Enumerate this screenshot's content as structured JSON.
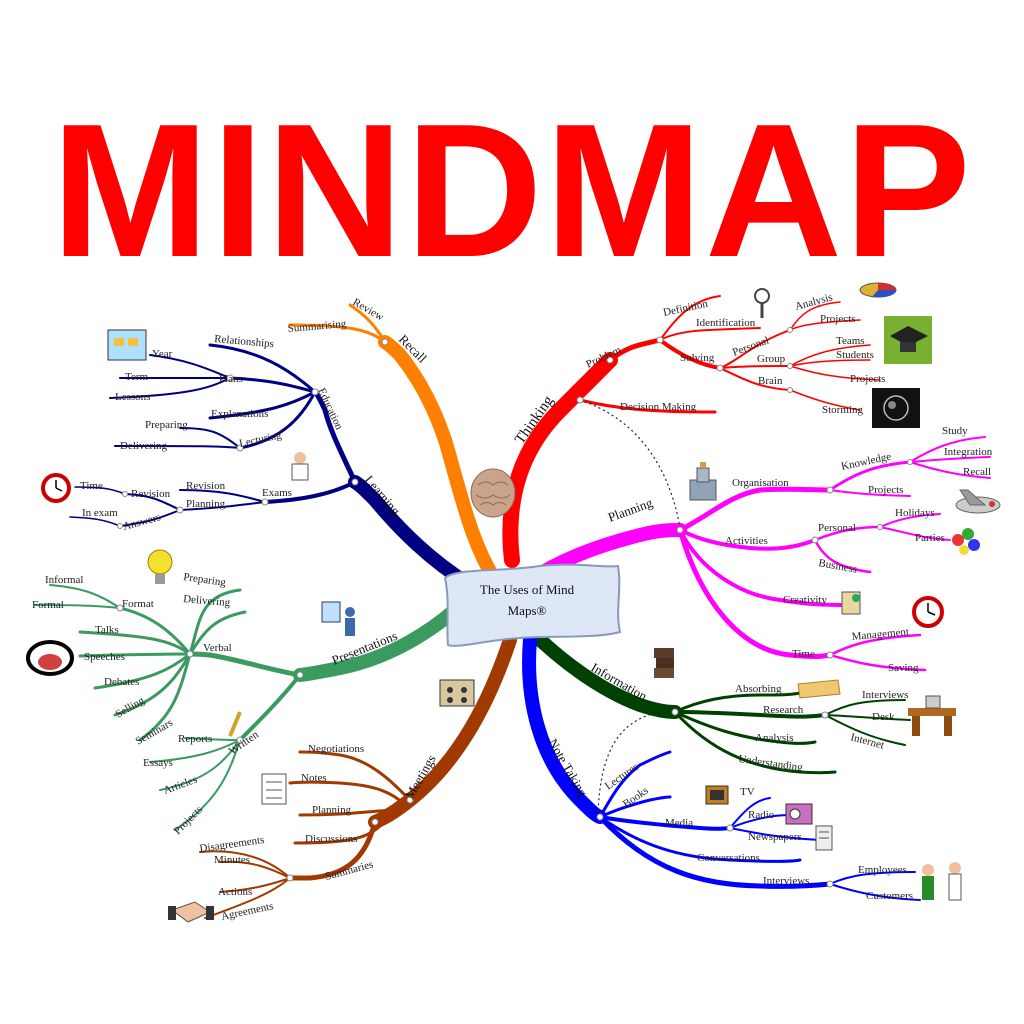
{
  "title": "MINDMAP",
  "center_label_line1": "The Uses of Mind",
  "center_label_line2": "Maps®",
  "colors": {
    "title": "#ff0000",
    "thinking": "#ff0000",
    "planning": "#ff00ff",
    "information": "#004000",
    "note_taking": "#0000ff",
    "meetings": "#a03a00",
    "presentations": "#3a9a60",
    "learning": "#000080",
    "recall": "#ff7f00"
  },
  "labels": {
    "thinking": "Thinking",
    "problem": "Problem",
    "definition": "Definition",
    "identification": "Identification",
    "solving": "Solving",
    "personal_t": "Personal",
    "group": "Group",
    "brain": "Brain",
    "analysis_t": "Analysis",
    "projects_t": "Projects",
    "teams": "Teams",
    "students": "Students",
    "projects_t2": "Projects",
    "storming": "Storming",
    "decision_making": "Decision Making",
    "planning": "Planning",
    "organisation": "Organisation",
    "knowledge": "Knowledge",
    "study": "Study",
    "integration": "Integration",
    "recall_p": "Recall",
    "projects_p": "Projects",
    "activities": "Activities",
    "personal_p": "Personal",
    "holidays": "Holidays",
    "parties": "Parties",
    "business": "Business",
    "creativity": "Creativity",
    "time_p": "Time",
    "management": "Management",
    "saving": "Saving",
    "information": "Information",
    "absorbing": "Absorbing",
    "research": "Research",
    "interviews_i": "Interviews",
    "desk": "Desk",
    "internet": "Internet",
    "analysis_i": "Analysis",
    "understanding": "Understanding",
    "note_taking": "Note Taking",
    "lectures": "Lectures",
    "books": "Books",
    "media": "Media",
    "tv": "TV",
    "radio": "Radio",
    "newspapers": "Newspapers",
    "conversations": "Conversations",
    "interviews_n": "Interviews",
    "employees": "Employees",
    "customers": "Customers",
    "meetings": "Meetings",
    "negotiations": "Negotiations",
    "notes": "Notes",
    "planning_m": "Planning",
    "discussions": "Discussions",
    "summaries": "Summaries",
    "disagreements": "Disagreements",
    "minutes": "Minutes",
    "actions": "Actions",
    "agreements": "Agreements",
    "presentations": "Presentations",
    "verbal": "Verbal",
    "preparing_p": "Preparing",
    "delivering_p": "Delivering",
    "format": "Format",
    "informal": "Informal",
    "formal": "Formal",
    "talks": "Talks",
    "speeches": "Speeches",
    "debates": "Debates",
    "selling": "Selling",
    "seminars": "Seminars",
    "written": "Written",
    "reports": "Reports",
    "essays": "Essays",
    "articles": "Articles",
    "projects_w": "Projects",
    "learning": "Learning",
    "education": "Education",
    "relationships": "Relationships",
    "plans": "Plans",
    "year": "Year",
    "term": "Term",
    "lessons": "Lessons",
    "explanations": "Explanations",
    "lecturing": "Lecturing",
    "preparing_e": "Preparing",
    "delivering_e": "Delivering",
    "exams": "Exams",
    "revision": "Revision",
    "planning_e": "Planning",
    "revision2": "Revision",
    "time_e": "Time",
    "answers": "Answers",
    "in_exam": "In exam",
    "recall": "Recall",
    "review": "Review",
    "summarising": "Summarising"
  },
  "icons": [
    "magnifier-icon",
    "pie-chart-icon",
    "graduation-cap-icon",
    "brain-scan-icon",
    "castle-icon",
    "airplane-icon",
    "balloons-icon",
    "artist-icon",
    "alarm-clock-icon",
    "books-stack-icon",
    "cheese-icon",
    "desk-icon",
    "tv-icon",
    "radio-icon",
    "newspaper-icon",
    "people-icon",
    "meeting-icon",
    "checklist-icon",
    "handshake-icon",
    "lightbulb-icon",
    "mouth-icon",
    "pencil-icon",
    "presenter-icon",
    "calendar-icon",
    "scientist-icon",
    "clock-icon",
    "brain-icon"
  ]
}
